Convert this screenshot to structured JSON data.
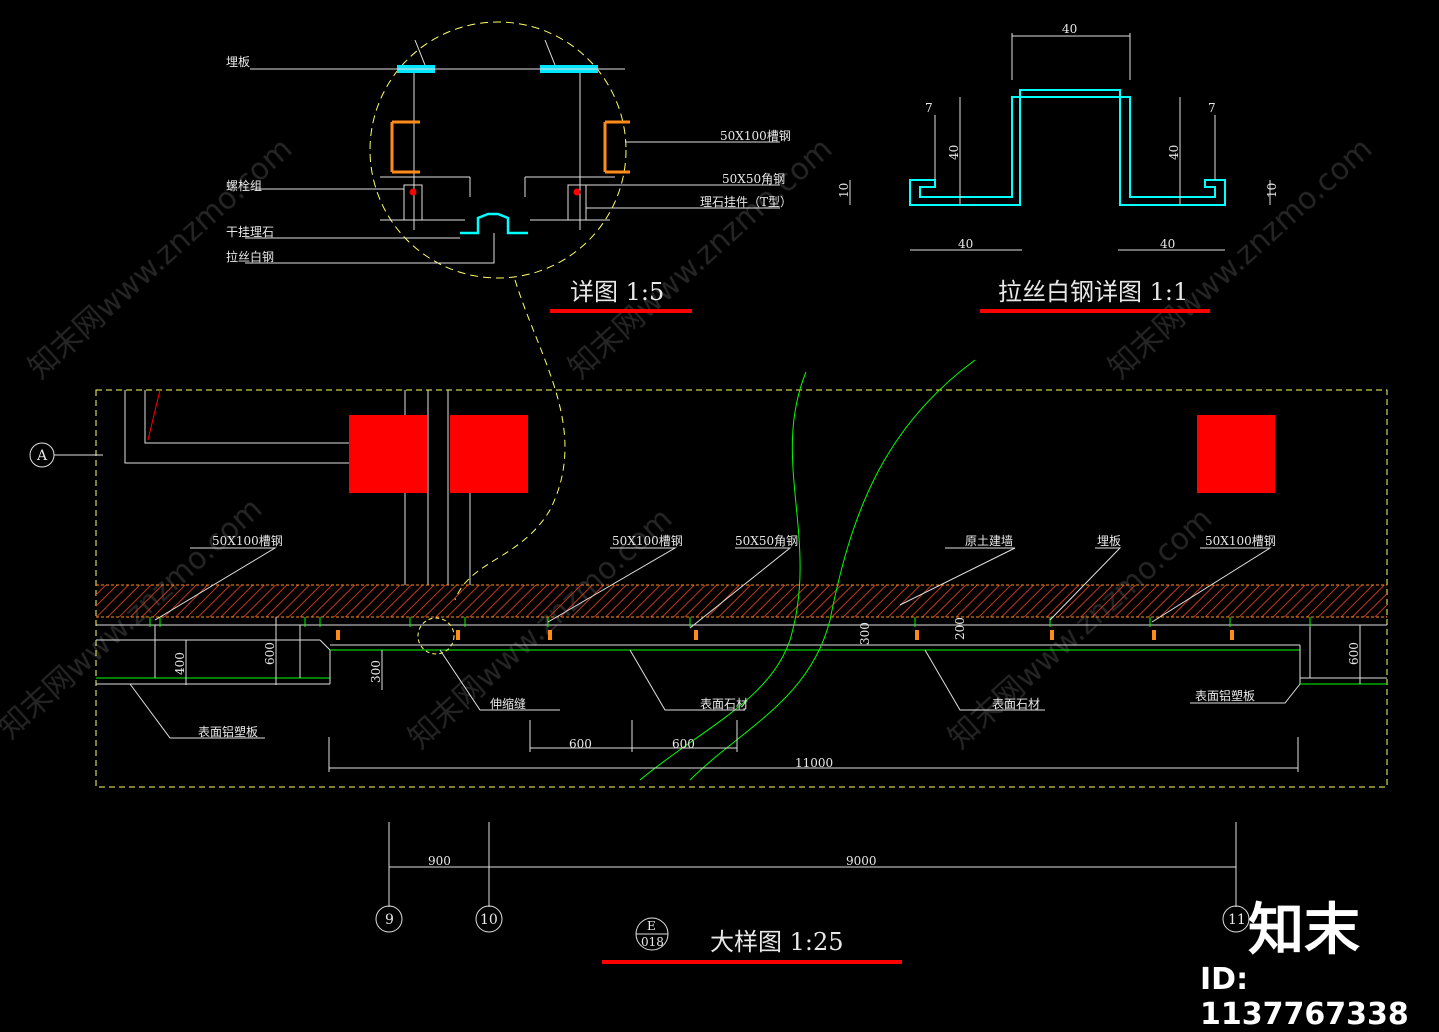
{
  "detail": {
    "title": "详图  1:5",
    "labels": {
      "embed_plate": "埋板",
      "channel_steel": "50X100槽钢",
      "bolt_group": "螺栓组",
      "angle_steel": "50X50角钢",
      "dry_hang_stone": "干挂理石",
      "stone_hanger": "理石挂件（T型）",
      "brushed_steel": "拉丝白钢"
    }
  },
  "steel_detail": {
    "title": "拉丝白钢详图  1:1",
    "dims": {
      "top": "40",
      "left_h": "40",
      "right_h": "40",
      "lip_l": "7",
      "lip_r": "7",
      "base_l": "10",
      "base_r": "10",
      "bottom_l": "40",
      "bottom_r": "40"
    }
  },
  "main": {
    "title": "大样图  1:25",
    "axis_a": "A",
    "labels": {
      "channel_1": "50X100槽钢",
      "channel_2": "50X100槽钢",
      "angle": "50X50角钢",
      "original_wall": "原土建墙",
      "embed_plate": "埋板",
      "channel_3": "50X100槽钢",
      "expansion_joint": "伸缩缝",
      "surface_stone_1": "表面石材",
      "surface_stone_2": "表面石材",
      "al_panel_left": "表面铝塑板",
      "al_panel_right": "表面铝塑板"
    },
    "dims": {
      "d400": "400",
      "d600a": "600",
      "d300a": "300",
      "d300b": "300",
      "d200": "200",
      "d600b": "600",
      "w600a": "600",
      "w600b": "600",
      "w11000": "11000",
      "g900": "900",
      "g9000": "9000"
    },
    "grid": {
      "g9": "9",
      "g10": "10",
      "g11": "11"
    },
    "ref_top": "E",
    "ref_bottom": "018"
  },
  "watermark": {
    "text": "知末网www.znzmo.com",
    "brand": "知末",
    "id": "ID: 1137767338"
  },
  "colors": {
    "bg": "#000000",
    "red": "#ff0000",
    "cyan": "#00ffff",
    "green": "#00ff00",
    "yellow": "#ffff66",
    "orange": "#ff8c1a",
    "line": "#e0e0e0"
  }
}
